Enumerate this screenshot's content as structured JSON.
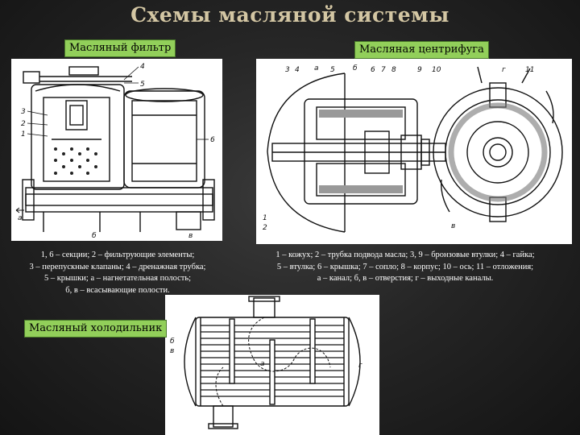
{
  "title": "Схемы масляной системы",
  "labels": {
    "filter": "Масляный фильтр",
    "centrifuge": "Масляная центрифуга",
    "cooler": "Масляный холодильник"
  },
  "captions": {
    "filter": [
      "1, 6 – секции; 2 – фильтрующие элементы;",
      "3 – перепускные клапаны; 4 – дренажная трубка;",
      "5 – крышки; а – нагнетательная полость;",
      "б, в – всасывающие полости."
    ],
    "centrifuge": [
      "1 – кожух; 2 – трубка подвода масла; 3, 9 – бронзовые втулки; 4 – гайка;",
      "5 – втулка; 6 – крышка; 7 – сопло; 8 – корпус; 10 – ось; 11 – отложения;",
      "а – канал; б, в – отверстия; г – выходные каналы."
    ]
  },
  "diagram_marks": {
    "filter": [
      "4",
      "5",
      "3",
      "2",
      "1",
      "6",
      "а",
      "б",
      "в"
    ],
    "centrifuge": [
      "3",
      "4",
      "а",
      "5",
      "б",
      "6",
      "7",
      "8",
      "9",
      "10",
      "г",
      "11",
      "1",
      "2",
      "в"
    ],
    "cooler": [
      "б",
      "в",
      "а",
      "г"
    ]
  }
}
